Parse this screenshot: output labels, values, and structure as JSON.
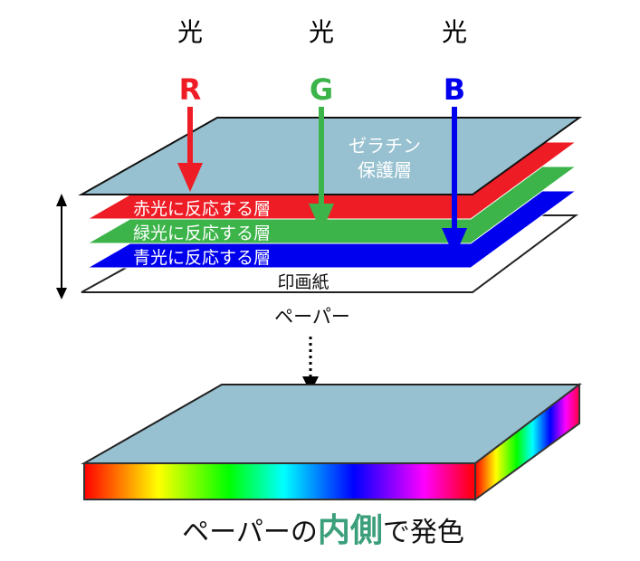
{
  "lights": [
    {
      "label": "光",
      "channel": "R",
      "color": "#ee1c25"
    },
    {
      "label": "光",
      "channel": "G",
      "color": "#3cb44a"
    },
    {
      "label": "光",
      "channel": "B",
      "color": "#0000ee"
    }
  ],
  "layers": {
    "gelatin_line1": "ゼラチン",
    "gelatin_line2": "保護層",
    "red": "赤光に反応する層",
    "green": "緑光に反応する層",
    "blue": "青光に反応する層",
    "paper": "印画紙"
  },
  "paper_label": "ペーパー",
  "caption": {
    "before": "ペーパーの",
    "emphasis": "内側",
    "after": "で発色"
  },
  "colors": {
    "gelatin": "#97c1d0",
    "emphasis": "#3a9f7a"
  }
}
